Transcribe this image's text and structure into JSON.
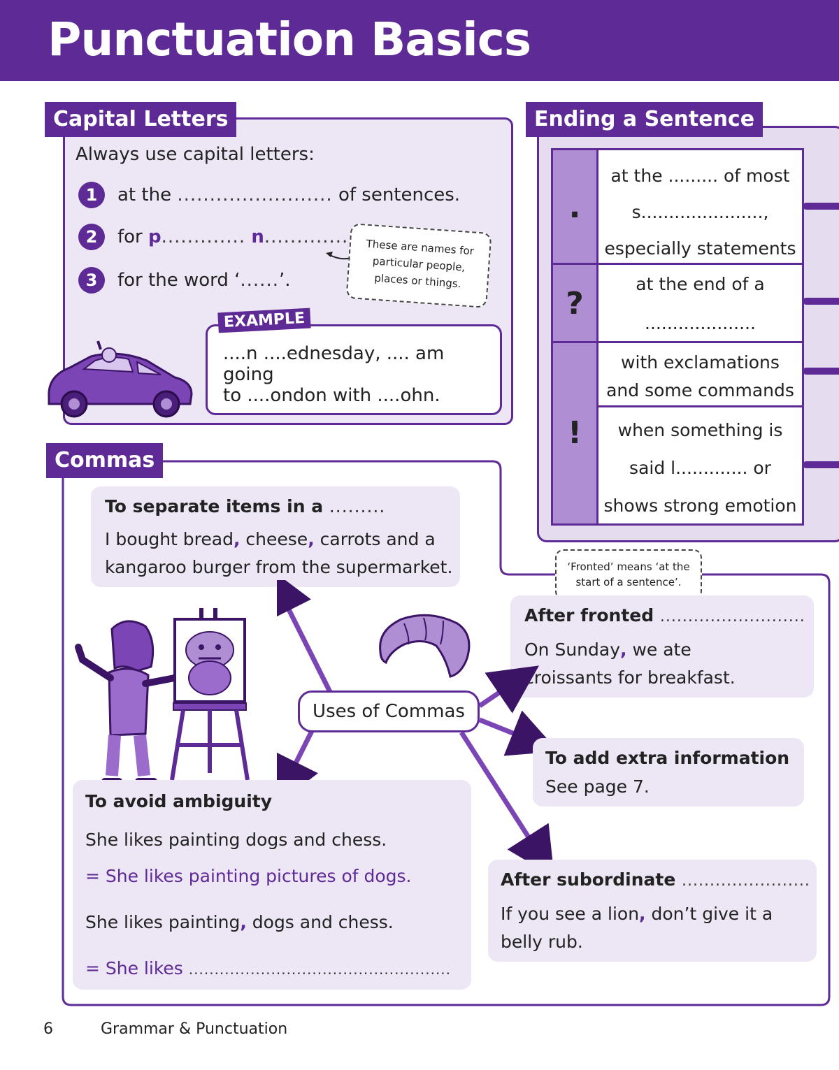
{
  "header": {
    "title": "Punctuation Basics"
  },
  "capital_letters": {
    "tab": "Capital Letters",
    "intro": "Always use capital letters:",
    "items": [
      {
        "num": "1",
        "pre": "at the",
        "blank": "........................",
        "post": "of sentences."
      },
      {
        "num": "2",
        "pre": "for",
        "p": "p",
        "p_blank": ".............",
        "n": "n",
        "n_blank": ".............",
        "end": "."
      },
      {
        "num": "3",
        "pre": "for the word ‘",
        "blank": "......",
        "post": "’."
      }
    ],
    "note": [
      "These are names for",
      "particular people,",
      "places or things."
    ],
    "example_tag": "EXAMPLE",
    "example_line1": "....n ....ednesday, .... am going",
    "example_line2": "to ....ondon with ....ohn."
  },
  "ending": {
    "tab": "Ending a Sentence",
    "rows": [
      {
        "symbol": ".",
        "lines": [
          "at the ......... of most",
          "s......................,",
          "especially statements"
        ]
      },
      {
        "symbol": "?",
        "lines": [
          "at the end of a",
          "...................."
        ]
      },
      {
        "symbol": "!",
        "lines": [
          "with exclamations",
          "and some commands"
        ]
      },
      {
        "symbol": "",
        "lines": [
          "when something is",
          "said l............. or",
          "shows strong emotion"
        ]
      }
    ]
  },
  "commas": {
    "tab": "Commas",
    "center": "Uses of Commas",
    "separate": {
      "heading": "To separate items in a",
      "blank": ".........",
      "line1_a": "I bought bread",
      "line1_b": " cheese",
      "line1_c": " carrots and a",
      "line2": "kangaroo burger from the supermarket."
    },
    "fronted_note": [
      "‘Fronted’ means ‘at the",
      "start of a sentence’."
    ],
    "fronted": {
      "heading": "After fronted",
      "blank": "..........................",
      "line1_a": "On Sunday",
      "line1_b": " we ate",
      "line2": "croissants for breakfast."
    },
    "extra": {
      "heading": "To add extra information",
      "line": "See page 7."
    },
    "ambiguity": {
      "heading": "To avoid ambiguity",
      "line1": "She likes painting dogs and chess.",
      "line2": "= She likes painting pictures of dogs.",
      "line3_a": "She likes painting",
      "line3_b": " dogs and chess.",
      "line4_a": "= She likes",
      "line4_b": "..................................................."
    },
    "subordinate": {
      "heading": "After subordinate",
      "blank": ".......................",
      "line1_a": "If you see a lion",
      "line1_b": " don’t give it a",
      "line2": "belly rub."
    },
    "comma_glyph": ","
  },
  "footer": {
    "page": "6",
    "title": "Grammar & Punctuation"
  },
  "colors": {
    "brand": "#5e2a96",
    "panel": "#ece6f5",
    "accent": "#b08ed4"
  },
  "icons": [
    "car-illustration",
    "girl-painting-illustration",
    "easel-bulldog-illustration",
    "croissant-illustration",
    "arrow-icon"
  ]
}
